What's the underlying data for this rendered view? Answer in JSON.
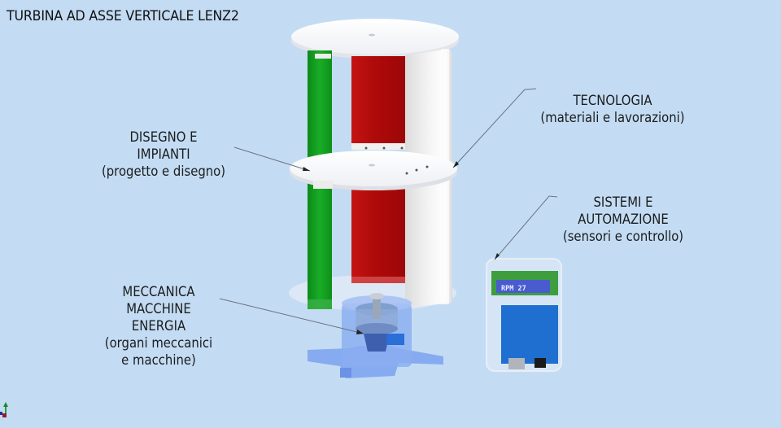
{
  "title": "TURBINA AD ASSE VERTICALE LENZ2",
  "labels": {
    "disegno": {
      "line1": "DISEGNO E",
      "line2": "IMPIANTI",
      "line3": "(progetto e disegno)"
    },
    "tecnologia": {
      "line1": "TECNOLOGIA",
      "line2": "(materiali e lavorazioni)"
    },
    "sistemi": {
      "line1": "SISTEMI E",
      "line2": "AUTOMAZIONE",
      "line3": "(sensori e controllo)"
    },
    "meccanica": {
      "line1": "MECCANICA",
      "line2": "MACCHINE",
      "line3": "ENERGIA",
      "line4": "(organi meccanici",
      "line5": "e  macchine)"
    }
  },
  "lcd": {
    "text": "RPM  27"
  },
  "colors": {
    "background": "#c3dcf4",
    "blade_green": "#14a020",
    "blade_red": "#b00a0a",
    "blade_white": "#f2f2f2",
    "disc_white": "#f8f9fb",
    "base_blue": "#6f95ea",
    "arduino_blue": "#1f6fd0",
    "lcd_screen": "#4a5bd0"
  }
}
